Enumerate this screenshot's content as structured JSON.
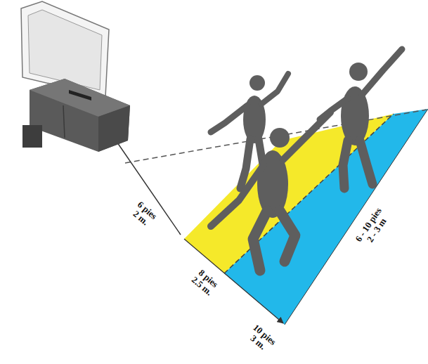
{
  "diagram": {
    "labels": [
      "6 pies 2 m.",
      "8 pies 2.5 m.",
      "10 pies 3 m.",
      "6 - 10 pies 2 - 3 m"
    ]
  }
}
